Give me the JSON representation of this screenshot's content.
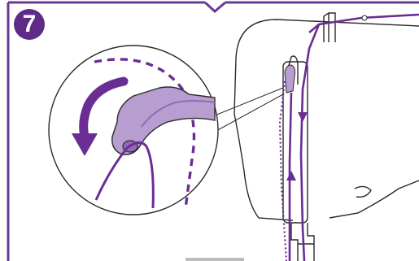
{
  "step": {
    "number": "7"
  },
  "colors": {
    "frame": "#6b3a92",
    "thread": "#6a2d94",
    "take_up_lever": "#b79dd0",
    "take_up_lever_dark": "#8f6cb4",
    "line_art": "#2b2b2b",
    "badge": "#5e2b86"
  },
  "icons": {
    "direction_arrow": "curved-arrow-counterclockwise",
    "guide_arrow_down": "arrow-down",
    "guide_arrow_up": "arrow-up"
  }
}
